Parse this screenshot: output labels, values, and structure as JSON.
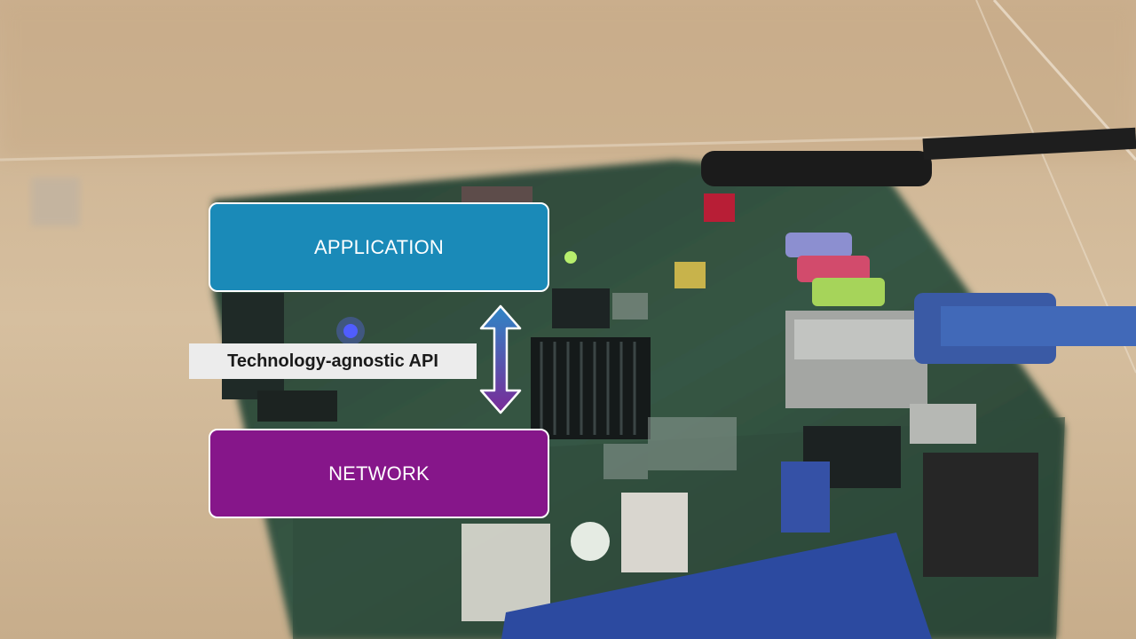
{
  "diagram": {
    "top_box": {
      "label": "APPLICATION",
      "color": "#1a8ab8"
    },
    "middle_label": "Technology-agnostic API",
    "bottom_box": {
      "label": "NETWORK",
      "color": "#86168a"
    },
    "arrow": {
      "type": "bidirectional",
      "color_top": "#2f86c6",
      "color_bottom": "#7a2a98"
    }
  },
  "background": {
    "description_colors": {
      "wood": "#cdb494",
      "pcb": "#2b4a3a"
    }
  }
}
